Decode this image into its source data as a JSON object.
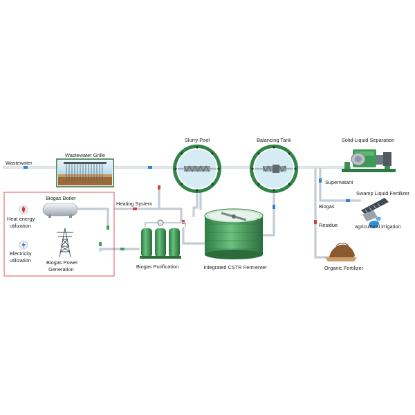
{
  "labels": {
    "wastewater": "Wastewater",
    "wastewater_grille": "Wastewater Grille",
    "slurry_pool": "Slurry Pool",
    "balancing_tank": "Balancing Tank",
    "solid_liquid_separation": "Solid-Liquid Separation",
    "supernatant": "Supernatant",
    "swamp_liquid_fertilizer": "Swamp Liquid Fertilizer",
    "agricultural_irrigation": "agricultural irrigation",
    "biogas_residue_1": "Biogas",
    "biogas_residue_2": "Residue",
    "organic_fertilizer": "Organic Fertilizer",
    "heating_system": "Heating System",
    "biogas_boiler": "Biogas Boiler",
    "heat_energy_1": "Heat energy",
    "heat_energy_2": "utilization",
    "electricity_1": "Electricity",
    "electricity_2": "utilization",
    "biogas_power_1": "Biogas Power",
    "biogas_power_2": "Generation",
    "biogas_purification": "Biogas Purification",
    "cstr_fermenter": "Integrated CSTR Fermenter"
  },
  "colors": {
    "pipe": "#c4ccd4",
    "tank_green": "#3f9a56",
    "water_blue": "#d6ecf5",
    "marker_blue": "#2f7fd1",
    "marker_red": "#c8463f",
    "marker_green": "#3aa35a",
    "utilization_box": "#e06464",
    "soil_brown": "#8a5a2e"
  },
  "icons": {
    "heat": "flame-icon",
    "electricity": "lightning-icon",
    "transmission": "power-tower-icon"
  }
}
